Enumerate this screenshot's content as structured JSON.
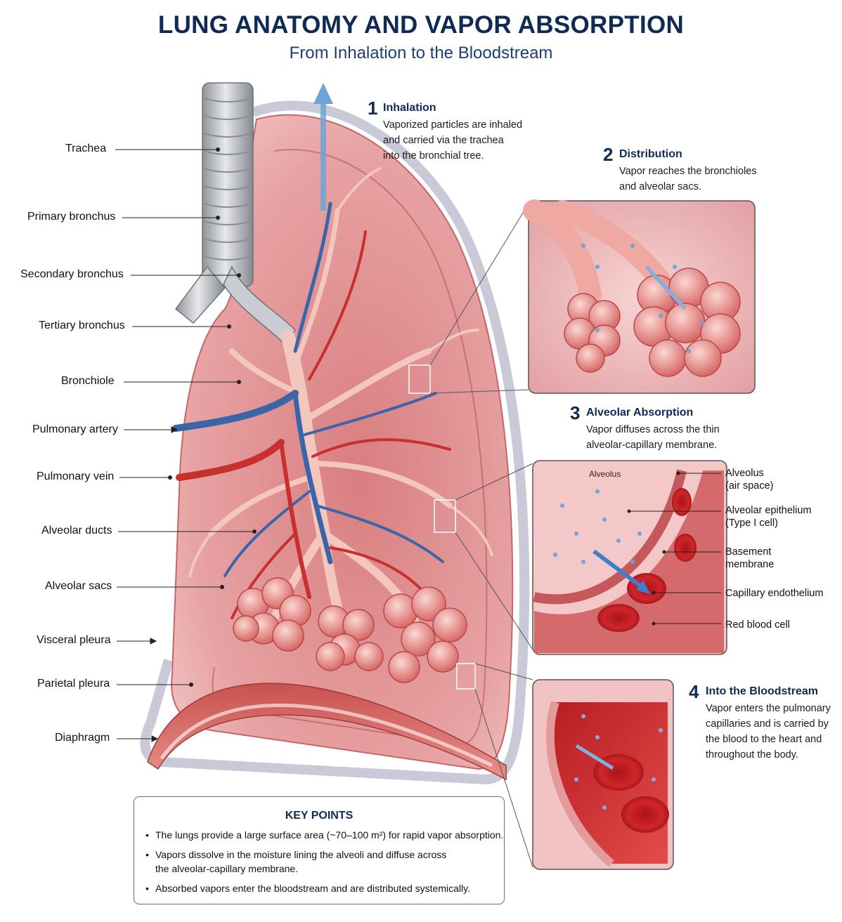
{
  "header": {
    "title": "LUNG ANATOMY AND VAPOR ABSORPTION",
    "subtitle": "From Inhalation to the Bloodstream"
  },
  "anatomy_labels": [
    "Trachea",
    "Primary bronchus",
    "Secondary bronchus",
    "Tertiary bronchus",
    "Bronchiole",
    "Pulmonary artery",
    "Pulmonary vein",
    "Alveolar ducts",
    "Alveolar sacs",
    "Visceral pleura",
    "Parietal pleura",
    "Diaphragm"
  ],
  "steps": [
    {
      "number": "1",
      "title": "Inhalation",
      "lines": [
        "Vaporized particles are inhaled",
        "and carried via the trachea",
        "into the bronchial tree."
      ]
    },
    {
      "number": "2",
      "title": "Distribution",
      "lines": [
        "Vapor reaches the bronchioles",
        "and alveolar sacs."
      ]
    },
    {
      "number": "3",
      "title": "Alveolar Absorption",
      "lines": [
        "Vapor diffuses across the thin",
        "alveolar-capillary membrane."
      ]
    },
    {
      "number": "4",
      "title": "Into the Bloodstream",
      "lines": [
        "Vapor enters the pulmonary",
        "capillaries and is carried by",
        "the blood to the heart and",
        "throughout the body."
      ]
    }
  ],
  "alveolus_inset": {
    "inner_label": "Alveolus",
    "labels": [
      {
        "line1": "Alveolus",
        "line2": "(air space)"
      },
      {
        "line1": "Alveolar epithelium",
        "line2": "(Type I cell)"
      },
      {
        "line1": "Basement",
        "line2": "membrane"
      },
      {
        "line1": "Capillary endothelium",
        "line2": ""
      },
      {
        "line1": "Red blood cell",
        "line2": ""
      }
    ]
  },
  "key_points": {
    "title": "KEY POINTS",
    "items": [
      {
        "lines": [
          "The lungs provide a large surface area (~70–100 m²) for rapid vapor absorption."
        ]
      },
      {
        "lines": [
          "Vapors dissolve in the moisture lining the alveoli and diffuse across",
          "the alveolar-capillary membrane."
        ]
      },
      {
        "lines": [
          "Absorbed vapors enter the bloodstream and are distributed systemically."
        ]
      }
    ]
  },
  "colors": {
    "title": "#0f2a55",
    "lung_tissue": "#e8a3a3",
    "artery": "#3a66a8",
    "vein": "#c8302e",
    "airway": "#f3c7bd",
    "vapor": "#6fa4d8"
  }
}
